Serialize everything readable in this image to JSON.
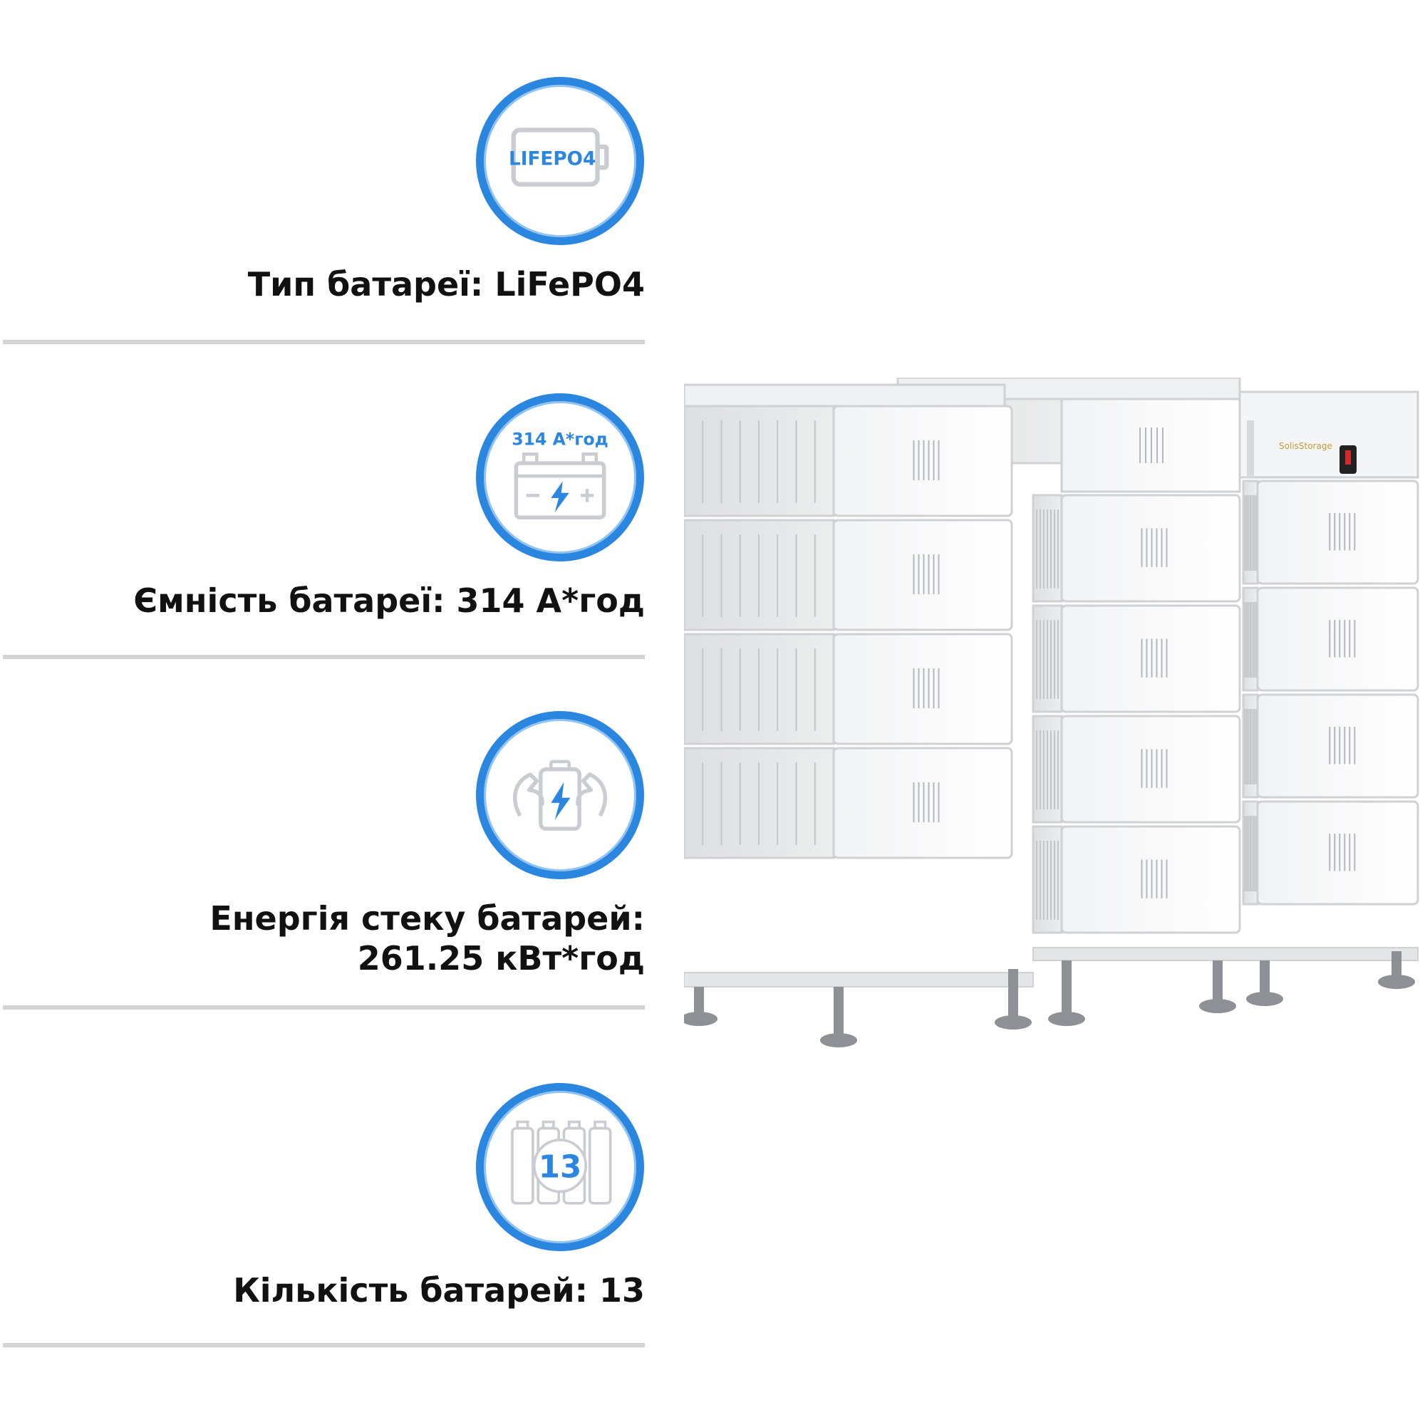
{
  "specs": [
    {
      "label": "Тип батареї: LiFePO4",
      "icon": "lifepo4-battery-icon",
      "icon_text": "LIFEPO4"
    },
    {
      "label": "Ємність батареї: 314 А*год",
      "icon": "car-battery-icon",
      "icon_text": "314 А*год"
    },
    {
      "label_line1": "Енергія стеку батарей:",
      "label_line2": "261.25 кВт*год",
      "icon": "strong-battery-icon"
    },
    {
      "label": "Кількість батарей: 13",
      "icon": "battery-count-icon",
      "icon_text": "13"
    }
  ],
  "product": {
    "brand": "SolisStorage"
  },
  "colors": {
    "accent": "#2b86e0",
    "divider": "#d3d3d3",
    "text": "#111111"
  }
}
